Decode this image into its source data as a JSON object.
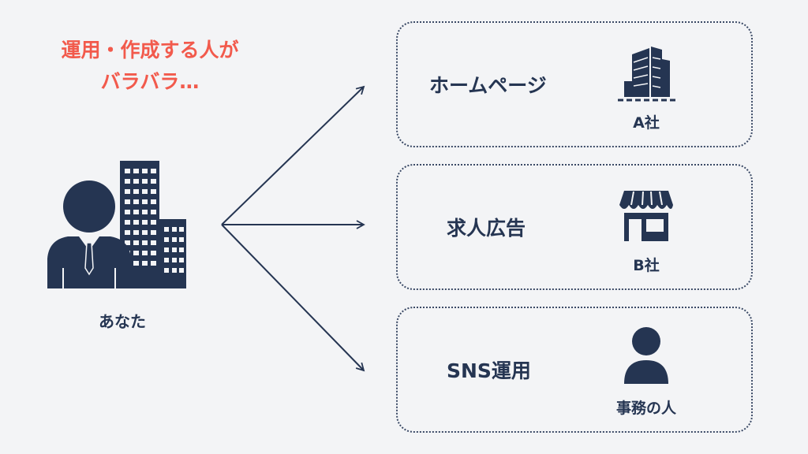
{
  "headline": {
    "line1": "運用・作成する人が",
    "line2": "バラバラ…"
  },
  "you": {
    "label": "あなた",
    "icon": "businessman-with-building-icon"
  },
  "channels": [
    {
      "label": "ホームページ",
      "company": "A社",
      "icon": "office-building-icon"
    },
    {
      "label": "求人広告",
      "company": "B社",
      "icon": "storefront-icon"
    },
    {
      "label": "SNS運用",
      "company": "事務の人",
      "icon": "person-icon"
    }
  ],
  "colors": {
    "accent": "#f25a4c",
    "navy": "#253552",
    "background": "#f3f4f6"
  }
}
